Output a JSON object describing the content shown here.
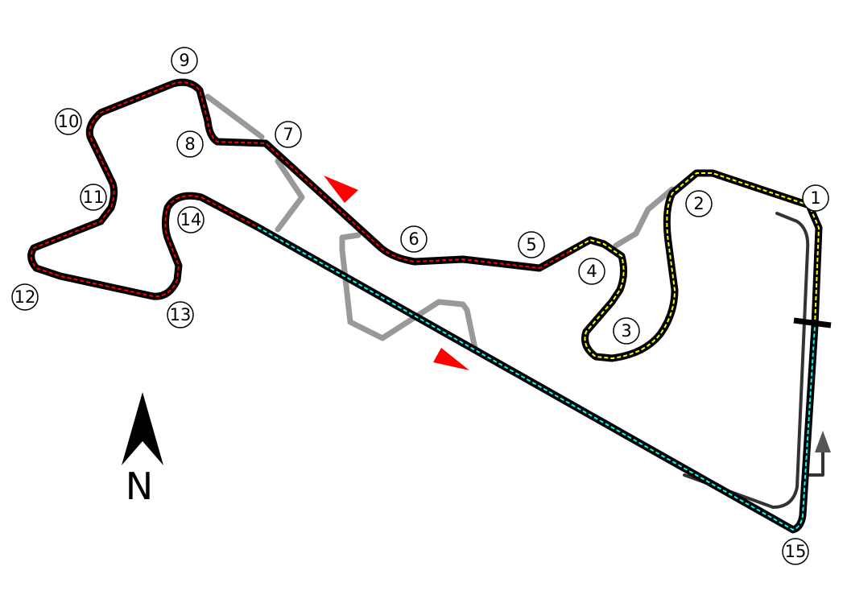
{
  "map": {
    "turns": [
      {
        "id": "1",
        "label": "1"
      },
      {
        "id": "2",
        "label": "2"
      },
      {
        "id": "3",
        "label": "3"
      },
      {
        "id": "4",
        "label": "4"
      },
      {
        "id": "5",
        "label": "5"
      },
      {
        "id": "6",
        "label": "6"
      },
      {
        "id": "7",
        "label": "7"
      },
      {
        "id": "8",
        "label": "8"
      },
      {
        "id": "9",
        "label": "9"
      },
      {
        "id": "10",
        "label": "10"
      },
      {
        "id": "11",
        "label": "11"
      },
      {
        "id": "12",
        "label": "12"
      },
      {
        "id": "13",
        "label": "13"
      },
      {
        "id": "14",
        "label": "14"
      },
      {
        "id": "15",
        "label": "15"
      }
    ],
    "north_label": "N",
    "colors": {
      "track": "#000000",
      "sector1": "#ffff00",
      "sector2": "#ff0000",
      "sector3": "#00ffff",
      "unused": "#999999",
      "pitlane": "#333333",
      "drs": "#ff0000"
    }
  }
}
